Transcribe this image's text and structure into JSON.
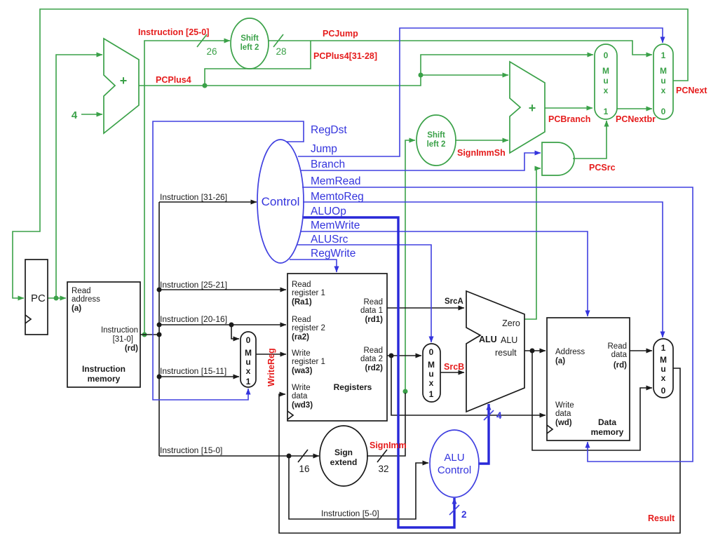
{
  "colors": {
    "green": "#3aa148",
    "blue": "#3434dd",
    "red": "#e51c1c",
    "black": "#1a1a1a"
  },
  "control": {
    "name": "Control",
    "signals": [
      "RegDst",
      "Jump",
      "Branch",
      "MemRead",
      "MemtoReg",
      "ALUOp",
      "MemWrite",
      "ALUSrc",
      "RegWrite"
    ]
  },
  "alu_control": {
    "lines": [
      "ALU",
      "Control"
    ]
  },
  "blocks": {
    "pc": "PC",
    "instruction_memory": {
      "read_port": [
        "Read",
        "address",
        "(a)"
      ],
      "out_port": [
        "Instruction",
        "[31-0]",
        "(rd)"
      ],
      "name": [
        "Instruction",
        "memory"
      ]
    },
    "registers": {
      "p1": [
        "Read",
        "register 1",
        "(Ra1)"
      ],
      "p2": [
        "Read",
        "register 2",
        "(ra2)"
      ],
      "p3": [
        "Write",
        "register 1",
        "(wa3)"
      ],
      "p4": [
        "Write",
        "data",
        "(wd3)"
      ],
      "o1": [
        "Read",
        "data 1",
        "(rd1)"
      ],
      "o2": [
        "Read",
        "data 2",
        "(rd2)"
      ],
      "name": "Registers"
    },
    "data_memory": {
      "address": [
        "Address",
        "(a)"
      ],
      "read": [
        "Read",
        "data",
        "(rd)"
      ],
      "write": [
        "Write",
        "data",
        "(wd)"
      ],
      "name": [
        "Data",
        "memory"
      ]
    },
    "sign_extend": [
      "Sign",
      "extend"
    ],
    "shift_left_jump": [
      "Shift",
      "left 2"
    ],
    "shift_left_branch": [
      "Shift",
      "left 2"
    ],
    "alu": {
      "name": "ALU",
      "zero": "Zero",
      "result": [
        "ALU",
        "result"
      ]
    },
    "adders": {
      "plus": "+",
      "increment": "4"
    }
  },
  "muxes": {
    "word": [
      "M",
      "u",
      "x"
    ],
    "pc_branch": [
      "0",
      "1"
    ],
    "pc_jump": [
      "1",
      "0"
    ],
    "write_reg": [
      "0",
      "1"
    ],
    "alu_src": [
      "0",
      "1"
    ],
    "mem_to_reg": [
      "1",
      "0"
    ]
  },
  "wire_labels": {
    "red": {
      "instruction_25_0": "Instruction [25-0]",
      "pc_jump": "PCJump",
      "pc_plus4_hi": "PCPlus4[31-28]",
      "pc_plus4": "PCPlus4",
      "pc_next": "PCNext",
      "pc_branch": "PCBranch",
      "pc_nextbr": "PCNextbr",
      "sign_imm_sh": "SignImmSh",
      "pc_src": "PCSrc",
      "write_reg": "WriteReg",
      "src_b": "SrcB",
      "sign_imm": "SignImm",
      "result": "Result"
    },
    "black": {
      "src_a": "SrcA",
      "instr_31_26": "Instruction [31-26]",
      "instr_25_21": "Instruction [25-21]",
      "instr_20_16": "Instruction [20-16]",
      "instr_15_11": "Instruction [15-11]",
      "instr_15_0": "Instruction [15-0]",
      "instr_5_0": "Instruction [5-0]"
    },
    "widths": {
      "w26": "26",
      "w28": "28",
      "w16": "16",
      "w32": "32",
      "w4": "4",
      "w2": "2"
    }
  }
}
